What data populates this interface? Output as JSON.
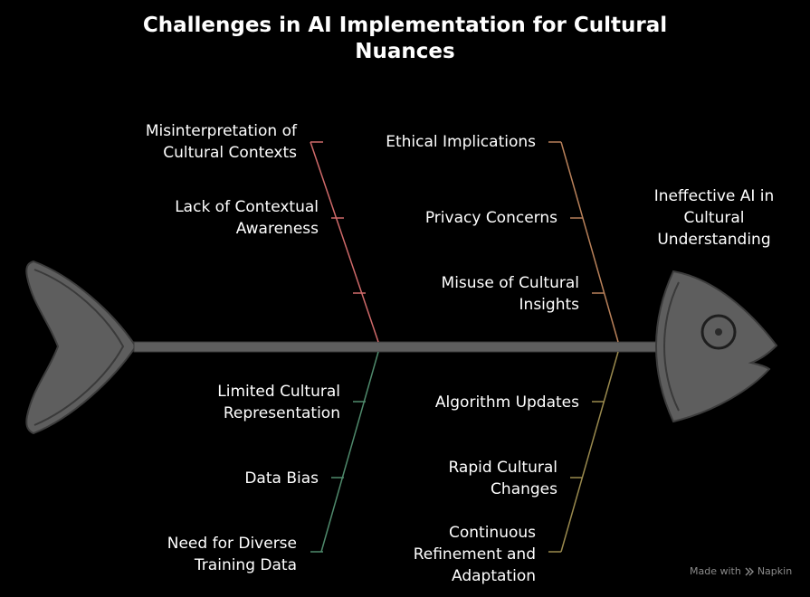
{
  "title": {
    "line1": "Challenges in AI Implementation for Cultural",
    "line2": "Nuances"
  },
  "effect": {
    "line1": "Ineffective AI in",
    "line2": "Cultural",
    "line3": "Understanding"
  },
  "bones": {
    "top_left": {
      "color": "#d06a6a",
      "causes": [
        {
          "line1": "Misinterpretation of",
          "line2": "Cultural Contexts"
        },
        {
          "line1": "Lack of Contextual",
          "line2": "Awareness"
        }
      ]
    },
    "top_right": {
      "color": "#b9815a",
      "causes": [
        {
          "line1": "Ethical Implications"
        },
        {
          "line1": "Privacy Concerns"
        },
        {
          "line1": "Misuse of Cultural",
          "line2": "Insights"
        }
      ]
    },
    "bottom_left": {
      "color": "#4f8a6c",
      "causes": [
        {
          "line1": "Limited Cultural",
          "line2": "Representation"
        },
        {
          "line1": "Data Bias"
        },
        {
          "line1": "Need for Diverse",
          "line2": "Training Data"
        }
      ]
    },
    "bottom_right": {
      "color": "#9a8a4e",
      "causes": [
        {
          "line1": "Algorithm Updates"
        },
        {
          "line1": "Rapid Cultural",
          "line2": "Changes"
        },
        {
          "line1": "Continuous",
          "line2": "Refinement and",
          "line3": "Adaptation"
        }
      ]
    }
  },
  "fish_color": "#5e5e5e",
  "credit": {
    "made_with": "Made with",
    "brand": "Napkin"
  }
}
